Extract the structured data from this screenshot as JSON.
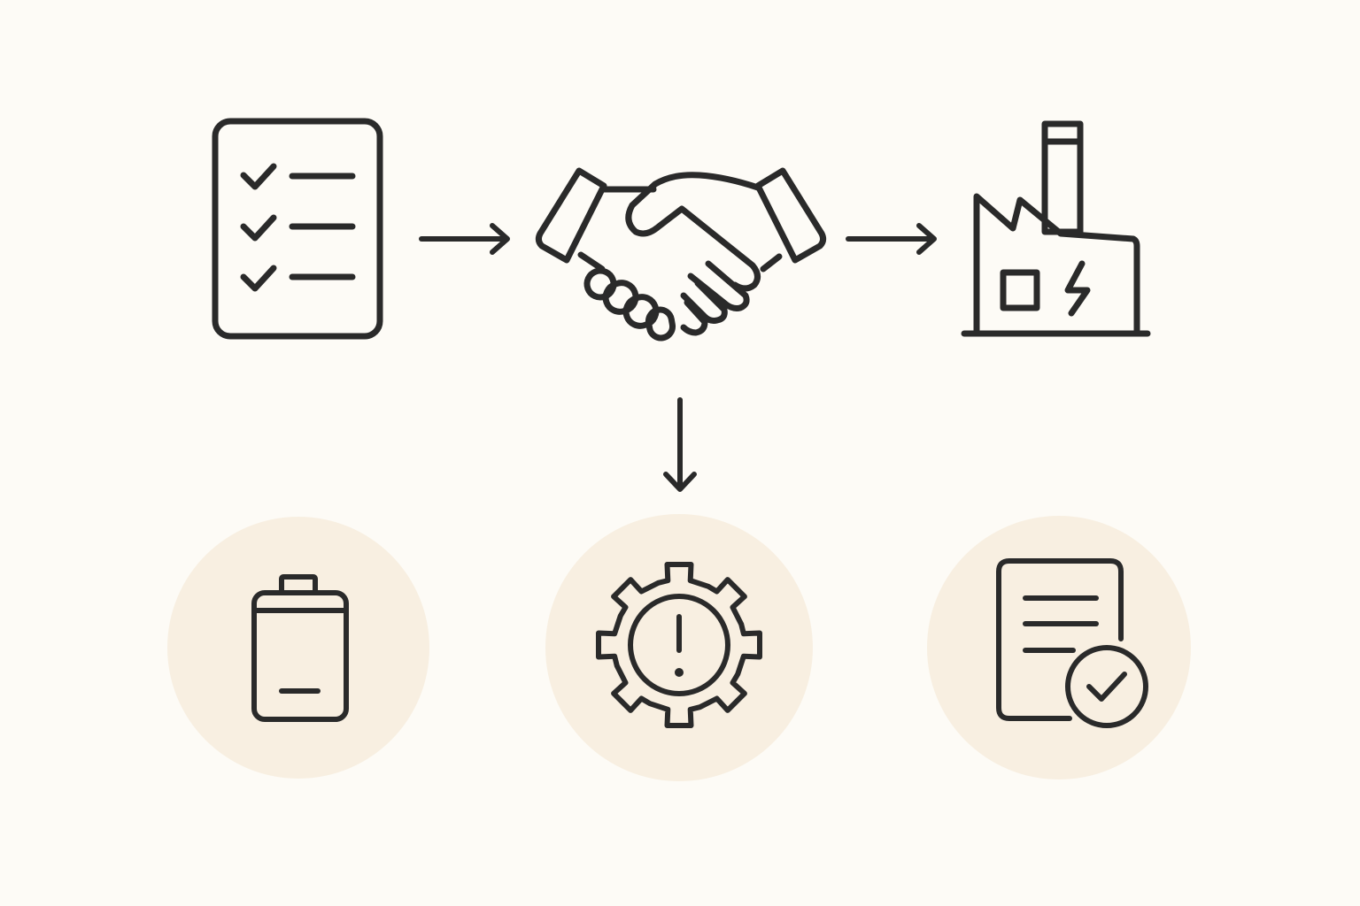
{
  "colors": {
    "background": "#fdfbf6",
    "ink": "#2a2a2a",
    "circle_fill": "#f8efe1"
  },
  "nodes": [
    {
      "id": "checklist",
      "icon": "checklist-icon",
      "row": "top",
      "label": ""
    },
    {
      "id": "agreement",
      "icon": "handshake-icon",
      "row": "top",
      "label": ""
    },
    {
      "id": "factory",
      "icon": "factory-icon",
      "row": "top",
      "label": ""
    },
    {
      "id": "battery",
      "icon": "battery-icon",
      "row": "bottom",
      "label": ""
    },
    {
      "id": "warning",
      "icon": "gear-warning-icon",
      "row": "bottom",
      "label": ""
    },
    {
      "id": "approval",
      "icon": "document-check-icon",
      "row": "bottom",
      "label": ""
    }
  ],
  "edges": [
    {
      "from": "checklist",
      "to": "agreement",
      "direction": "right"
    },
    {
      "from": "agreement",
      "to": "factory",
      "direction": "right"
    },
    {
      "from": "agreement",
      "to": "warning",
      "direction": "down"
    }
  ]
}
